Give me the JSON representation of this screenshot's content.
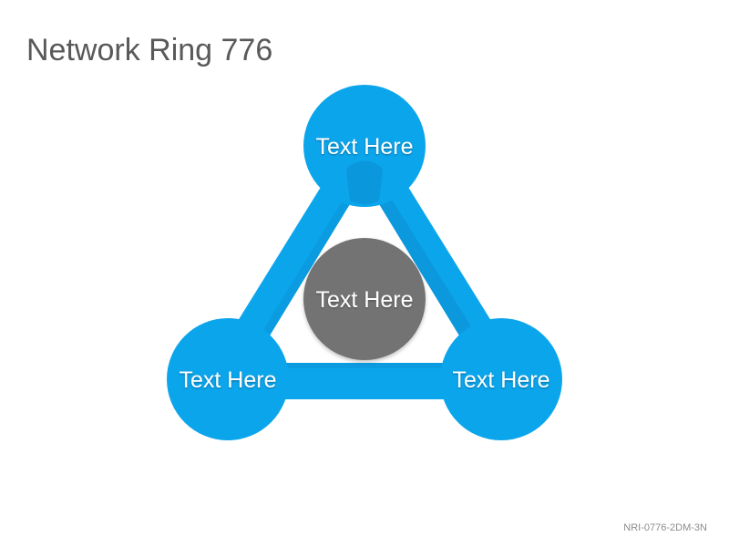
{
  "title": "Network Ring 776",
  "footer_code": "NRI-0776-2DM-3N",
  "colors": {
    "node_blue": "#0BA5EC",
    "connector_blue": "#0BA5EC",
    "connector_shadow": "#0A8ACB",
    "center_gray": "#737373",
    "title_text": "#595959",
    "footer_text": "#8C8C8C"
  },
  "nodes": {
    "top": {
      "label": "Text Here"
    },
    "left": {
      "label": "Text Here"
    },
    "right": {
      "label": "Text Here"
    },
    "center": {
      "label": "Text Here"
    }
  }
}
